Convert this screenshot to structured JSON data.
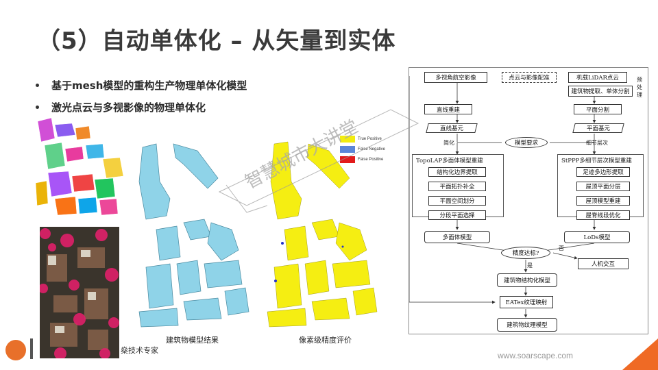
{
  "slide": {
    "title": "（5）自动单体化 – 从矢量到实体",
    "bullets": [
      "基于mesh模型的重构生产物理单体化模型",
      "激光点云与多视影像的物理单体化"
    ]
  },
  "captions": {
    "model_result": "建筑物模型结果",
    "pixel_eval": "像素级精度评价",
    "tech_expert": "燊技术专家"
  },
  "legend": {
    "items": [
      {
        "label": "True Positive",
        "color": "#f2ec0f"
      },
      {
        "label": "False Negative",
        "color": "#5b86d8"
      },
      {
        "label": "False Positive",
        "color": "#e21b1b"
      }
    ]
  },
  "flowchart": {
    "pre_label": "预\n处\n理",
    "nodes": {
      "multi_view": "多视角航空影像",
      "registration": "点云与影像配准",
      "lidar": "机载LiDAR点云",
      "extract": "建筑物提取、单体分割",
      "line_build": "直线重建",
      "plane_seg": "平面分割",
      "line_prim": "直线基元",
      "plane_prim": "平面基元",
      "simplify": "简化",
      "model_req": "模型要求",
      "detail_level": "细节层次",
      "topolap": "TopoLAP多面体模型重建",
      "stppp": "StPPP多细节层次模型重建",
      "struct_boundary": "结构化边界提取",
      "plane_topo": "平面拓扑补全",
      "plane_space": "平面空间划分",
      "seg_plane": "分段平面选择",
      "polygon_extract": "足迹多边形提取",
      "roof_plane": "屋顶平面分层",
      "roof_model": "屋顶模型重建",
      "ridge_opt": "屋脊线段优化",
      "polyhedral": "多面体模型",
      "lods": "LoDs模型",
      "accuracy": "精度达标?",
      "no": "否",
      "yes": "是",
      "human": "人机交互",
      "struct_model": "建筑物结构化模型",
      "eatex": "EATex纹理映射",
      "texture_model": "建筑物纹理模型"
    }
  },
  "watermark": "智慧城市大讲堂",
  "footer": {
    "url": "www.soarscape.com"
  },
  "colors": {
    "blue_building": "#8fd3e8",
    "yellow_building": "#f5ee12",
    "accent_orange": "#ef6a25"
  }
}
